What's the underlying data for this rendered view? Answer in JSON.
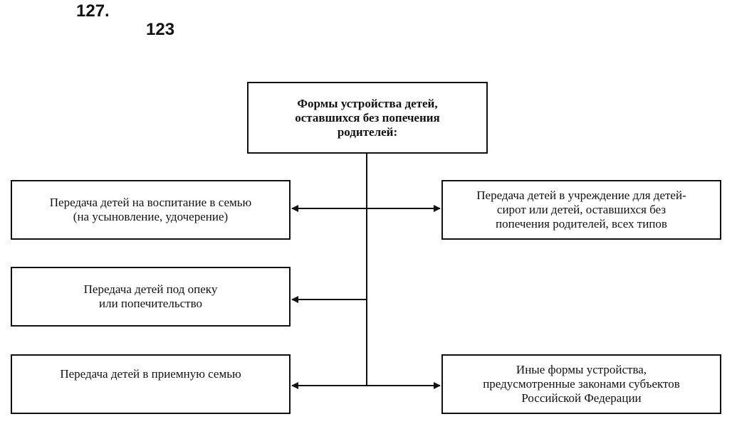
{
  "header": {
    "number_main": "127.",
    "number_sub": "123"
  },
  "diagram": {
    "root": "Формы устройства детей,\nоставшихся без попечения\nродителей:",
    "left": [
      "Передача детей на воспитание в семью\n(на усыновление, удочерение)",
      "Передача детей под опеку\nили попечительство",
      "Передача детей в приемную семью"
    ],
    "right": [
      "Передача детей в учреждение для детей-\nсирот или детей, оставшихся без\nпопечения родителей, всех типов",
      "Иные формы устройства,\nпредусмотренные законами субъектов\nРоссийской Федерации"
    ],
    "colors": {
      "ink": "#111111",
      "background": "#ffffff"
    }
  }
}
